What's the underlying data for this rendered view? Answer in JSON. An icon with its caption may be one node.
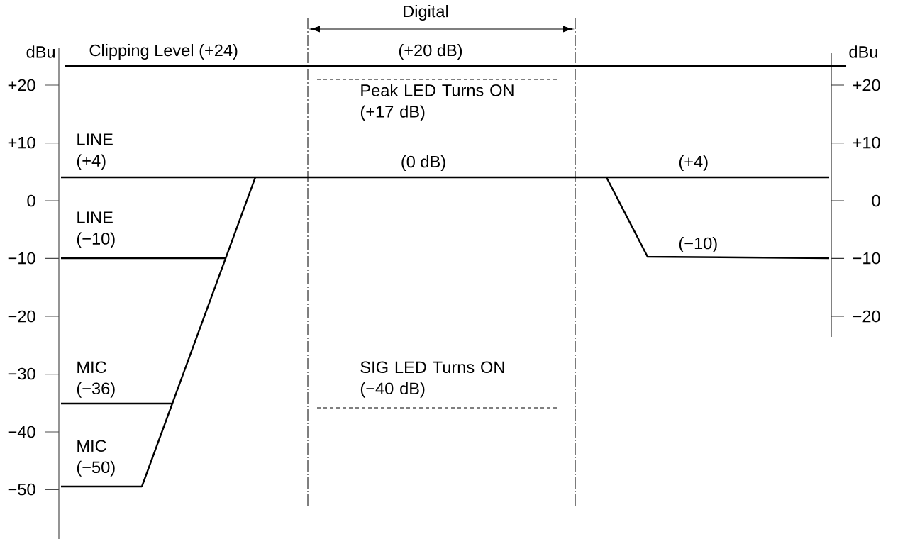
{
  "diagram": {
    "labels": [
      "Digital",
      "dBu",
      "Clipping Level (+24)",
      "(+20 dB)",
      "dBu",
      "+20",
      "+20",
      "Peak LED Turns ON (+17 dB)",
      "+10",
      "LINE (+4)",
      "+10",
      "(0 dB)",
      "(+4)",
      "0",
      "0",
      "LINE (−10)",
      "−10",
      "(−10)",
      "−10",
      "−20",
      "−20",
      "−30",
      "MIC (−36)",
      "SIG LED Turns ON (−40 dB)",
      "−40",
      "MIC (−50)",
      "−50"
    ]
  }
}
